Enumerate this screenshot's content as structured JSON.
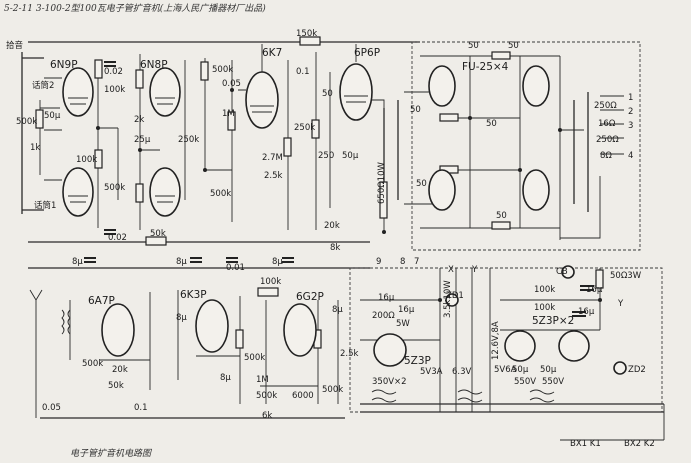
{
  "header": {
    "title": "5-2-11 3-100-2型100瓦电子管扩音机(上海人民广播器材厂出品)"
  },
  "footer": {
    "caption": "电子管扩音机电路图"
  },
  "tubes": {
    "t1": "6N9P",
    "t2": "6N8P",
    "t3": "6K7",
    "t4": "6P6P",
    "t5": "FU-25×4",
    "t6": "6A7P",
    "t7": "6K3P",
    "t8": "6G2P",
    "t9": "5Z3P",
    "t10": "5Z3P×2"
  },
  "inputs": {
    "pickup": "拾音",
    "mic2": "话筒2",
    "mic1": "话筒1"
  },
  "labels": {
    "c002a": "0.02",
    "c002b": "0.02",
    "r100k_a": "100k",
    "r500k_a": "500k",
    "r1k": "1k",
    "c50u_a": "50μ",
    "r100k_b": "100k",
    "r500k_b": "500k",
    "r2k": "2k",
    "c25u_a": "25μ",
    "r250k_a": "250k",
    "r500k_c": "500k",
    "r500k_d": "500k",
    "c005": "0.05",
    "r1m": "1M",
    "r150k": "150k",
    "c01": "0.1",
    "r250k_b": "250k",
    "c27": "2.7M",
    "r25k": "2.5k",
    "r50_a": "50",
    "r250_b": "250",
    "c50u_b": "50μ",
    "r50k_a": "50k",
    "c8u_a": "8μ",
    "c8u_b": "8μ",
    "c001": "0.01",
    "c8u_c": "8μ",
    "r20k_a": "20k",
    "r650": "650Ω10W",
    "r8k": "8k",
    "r50_1": "50",
    "r50_2": "50",
    "r50_3": "50",
    "r50_4": "50",
    "r50_5": "50",
    "r50_6": "50",
    "ohm250": "250Ω",
    "ohm16": "16Ω",
    "ohm250b": "250Ω",
    "ohm8": "8Ω",
    "tap1": "1",
    "tap2": "2",
    "tap3": "3",
    "tap4": "4",
    "r500k_e": "500k",
    "r20k_b": "20k",
    "r50k_b": "50k",
    "r100k_c": "100k",
    "r500k_f": "500k",
    "r1m_b": "1M",
    "r500k_g": "500k",
    "c6000": "6000",
    "r6k": "6k",
    "r500k_h": "500k",
    "c005b": "0.05",
    "c1": "0.1",
    "c8u_d": "8μ",
    "c8u_e": "8μ",
    "c8u_f": "8μ",
    "c2p5k": "2.5k",
    "c16u_a": "16μ",
    "c16u_b": "16μ",
    "r200": "200Ω",
    "r5w": "5W",
    "r35k": "3.5k10W",
    "zd1": "ZD1",
    "v6v": "6.3V",
    "v5v3a": "5V3A",
    "v126v": "12.6V,8A",
    "v5v6a": "5V6A",
    "c350": "350V×2",
    "c50u_c": "50μ",
    "c50u_d": "50μ",
    "v550": "550V",
    "v550b": "550V",
    "r50w": "50Ω3W",
    "c16u_c": "16μ",
    "c16u_d": "16μ",
    "r100k_d": "100k",
    "r100k_e": "100k",
    "y": "Y",
    "cb": "CB",
    "zd2": "ZD2",
    "bx": "BX1 K1",
    "bx2": "BX2 K2",
    "n7": "7",
    "n8": "8",
    "n9": "9",
    "x": "X",
    "xy": "Y"
  }
}
